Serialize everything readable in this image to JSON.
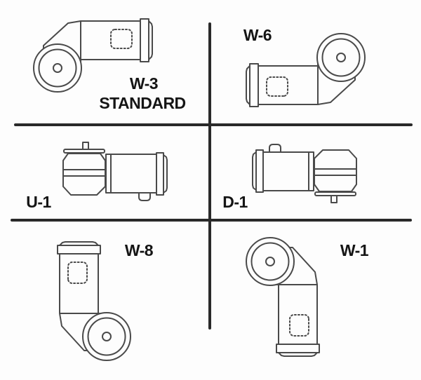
{
  "colors": {
    "background": "#fdfdfd",
    "divider": "#2a2a2a",
    "drawing_line": "#4a4a4a",
    "label_text": "#151515"
  },
  "panels": [
    {
      "id": "w3",
      "label": "W-3",
      "sublabel": "STANDARD",
      "drawing": "gearmotor-output-face-left"
    },
    {
      "id": "w6",
      "label": "W-6",
      "drawing": "gearmotor-output-face-right"
    },
    {
      "id": "u1",
      "label": "U-1",
      "drawing": "gearmotor-shaft-up"
    },
    {
      "id": "d1",
      "label": "D-1",
      "drawing": "gearmotor-shaft-down"
    },
    {
      "id": "w8",
      "label": "W-8",
      "drawing": "gearmotor-vertical-output-face-bottom"
    },
    {
      "id": "w1",
      "label": "W-1",
      "drawing": "gearmotor-vertical-output-face-top"
    }
  ]
}
